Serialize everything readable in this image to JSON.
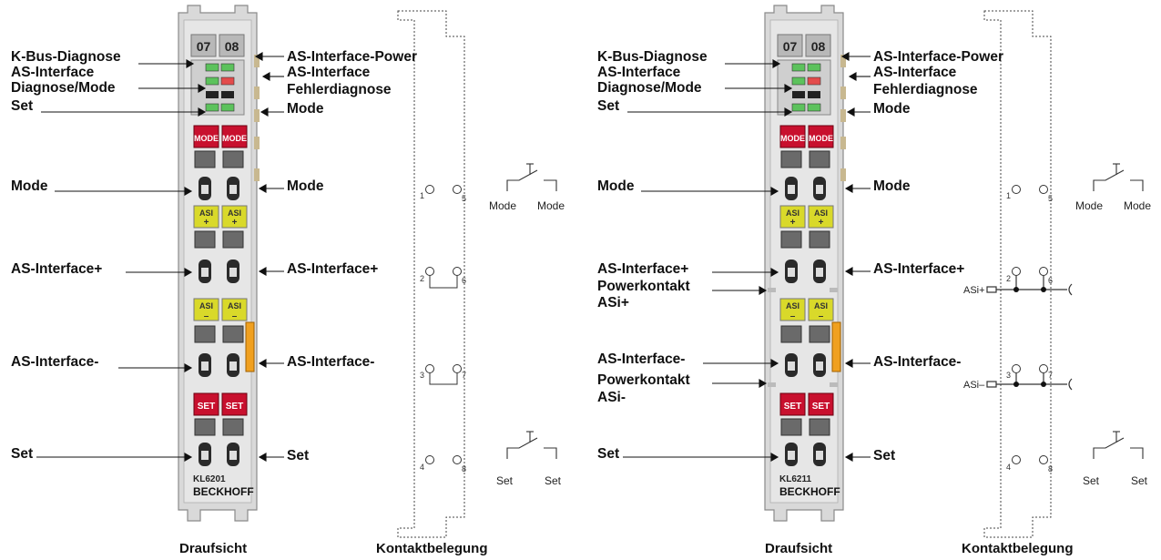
{
  "terminals": [
    {
      "model": "KL6201",
      "brand": "BECKHOFF",
      "led_numbers": [
        "07",
        "08"
      ],
      "labels_left": [
        "K-Bus-Diagnose",
        "AS-Interface",
        "Diagnose/Mode",
        "Set",
        "Mode",
        "AS-Interface+",
        "AS-Interface-",
        "Set"
      ],
      "labels_right": [
        "AS-Interface-Power",
        "AS-Interface",
        "Fehlerdiagnose",
        "Mode",
        "Mode",
        "AS-Interface+",
        "AS-Interface-",
        "Set"
      ],
      "powerkontakt": [],
      "contact_numbers": [
        "1",
        "5",
        "2",
        "6",
        "3",
        "7",
        "4",
        "8"
      ],
      "switch_labels": {
        "mode_left": "Mode",
        "mode_right": "Mode",
        "set_left": "Set",
        "set_right": "Set"
      },
      "asi_rail_labels": [],
      "caption_top_view": "Draufsicht",
      "caption_contacts": "Kontaktbelegung"
    },
    {
      "model": "KL6211",
      "brand": "BECKHOFF",
      "led_numbers": [
        "07",
        "08"
      ],
      "labels_left": [
        "K-Bus-Diagnose",
        "AS-Interface",
        "Diagnose/Mode",
        "Set",
        "Mode",
        "AS-Interface+",
        "AS-Interface-",
        "Set"
      ],
      "labels_right": [
        "AS-Interface-Power",
        "AS-Interface",
        "Fehlerdiagnose",
        "Mode",
        "Mode",
        "AS-Interface+",
        "AS-Interface-",
        "Set"
      ],
      "powerkontakt": [
        "Powerkontakt",
        "ASi+",
        "Powerkontakt",
        "ASi-"
      ],
      "contact_numbers": [
        "1",
        "5",
        "2",
        "6",
        "3",
        "7",
        "4",
        "8"
      ],
      "switch_labels": {
        "mode_left": "Mode",
        "mode_right": "Mode",
        "set_left": "Set",
        "set_right": "Set"
      },
      "asi_rail_labels": [
        "ASi+",
        "ASi–"
      ],
      "caption_top_view": "Draufsicht",
      "caption_contacts": "Kontaktbelegung"
    }
  ],
  "button_labels": {
    "mode": "MODE",
    "set": "SET",
    "asi": "ASI",
    "plus": "+",
    "minus": "–"
  },
  "colors": {
    "red_button": "#c8102e",
    "asi_yellow": "#d9d92a",
    "led_green": "#5cc25c",
    "led_red": "#e34b4b",
    "orange_clip": "#f0a020",
    "terminal_gray": "#d9d9d9"
  }
}
